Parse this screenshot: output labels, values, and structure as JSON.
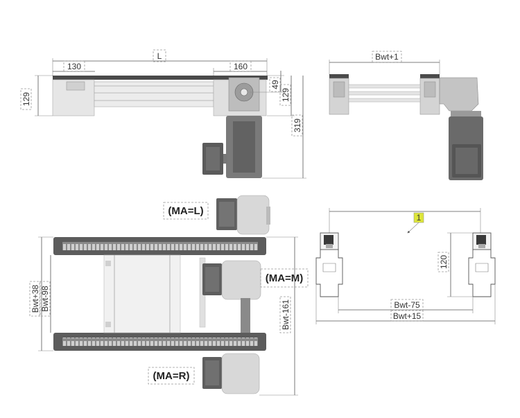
{
  "dimensions": {
    "length": "L",
    "dim_130": "130",
    "dim_160": "160",
    "dim_129_left": "129",
    "dim_49": "49",
    "dim_129_right": "129",
    "dim_319": "319",
    "bwt_plus_1": "Bwt+1",
    "bwt_plus_38": "Bwt+38",
    "bwt_minus_98": "Bwt-98",
    "bwt_minus_161": "Bwt-161",
    "dim_120": "120",
    "bwt_minus_75": "Bwt-75",
    "bwt_plus_15": "Bwt+15",
    "callout_1": "1"
  },
  "labels": {
    "ma_l": "(MA=L)",
    "ma_m": "(MA=M)",
    "ma_r": "(MA=R)"
  },
  "colors": {
    "line": "#555555",
    "frame_grey": "#c8c8c8",
    "dark_grey": "#5a5a5a",
    "motor_grey": "#7a7a7a",
    "callout_yellow": "#dde63a"
  }
}
